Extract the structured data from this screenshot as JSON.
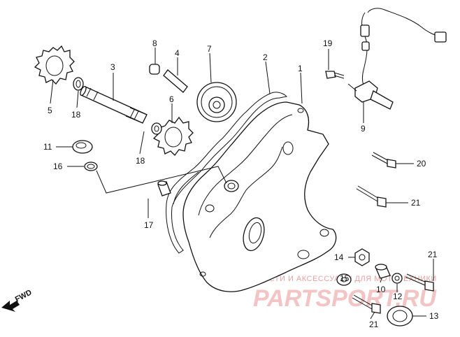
{
  "parts": [
    {
      "id": "p1",
      "label": "1"
    },
    {
      "id": "p2",
      "label": "2"
    },
    {
      "id": "p3",
      "label": "3"
    },
    {
      "id": "p4",
      "label": "4"
    },
    {
      "id": "p5",
      "label": "5"
    },
    {
      "id": "p6",
      "label": "6"
    },
    {
      "id": "p7",
      "label": "7"
    },
    {
      "id": "p8",
      "label": "8"
    },
    {
      "id": "p9",
      "label": "9"
    },
    {
      "id": "p10",
      "label": "10"
    },
    {
      "id": "p11",
      "label": "11"
    },
    {
      "id": "p12",
      "label": "12"
    },
    {
      "id": "p13",
      "label": "13"
    },
    {
      "id": "p14",
      "label": "14"
    },
    {
      "id": "p15",
      "label": "15"
    },
    {
      "id": "p16",
      "label": "16"
    },
    {
      "id": "p17",
      "label": "17"
    },
    {
      "id": "p18a",
      "label": "18"
    },
    {
      "id": "p18b",
      "label": "18"
    },
    {
      "id": "p19",
      "label": "19"
    },
    {
      "id": "p20",
      "label": "20"
    },
    {
      "id": "p21a",
      "label": "21"
    },
    {
      "id": "p21b",
      "label": "21"
    },
    {
      "id": "p21c",
      "label": "21"
    }
  ],
  "direction_marker": "FWD",
  "watermark": {
    "caption": "ЗАПЧАСТИ И АКСЕССУАРЫ ДЛЯ МОТОТЕХНИКИ",
    "brand": "PARTSPORT.RU"
  }
}
